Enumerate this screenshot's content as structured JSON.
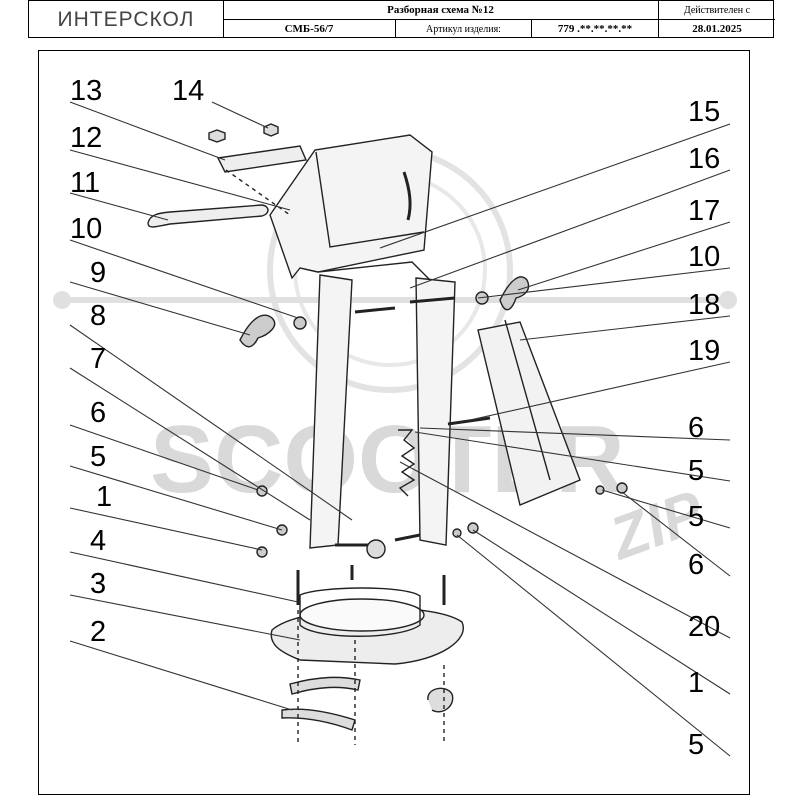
{
  "header": {
    "brand": "ИНТЕРСКОЛ",
    "title": "Разборная схема №12",
    "model": "СМБ-56/7",
    "article_label": "Артикул изделия:",
    "article_value": "779 .**.**.**.**",
    "valid_label": "Действителен с",
    "valid_date": "28.01.2025"
  },
  "watermark": {
    "text": "SCOOTER",
    "suffix": "ZIP"
  },
  "callouts": {
    "left": [
      "13",
      "14",
      "12",
      "11",
      "10",
      "9",
      "8",
      "7",
      "6",
      "5",
      "1",
      "4",
      "3",
      "2"
    ],
    "right": [
      "15",
      "16",
      "17",
      "10",
      "18",
      "19",
      "6",
      "5",
      "5",
      "6",
      "20",
      "1",
      "5"
    ]
  }
}
